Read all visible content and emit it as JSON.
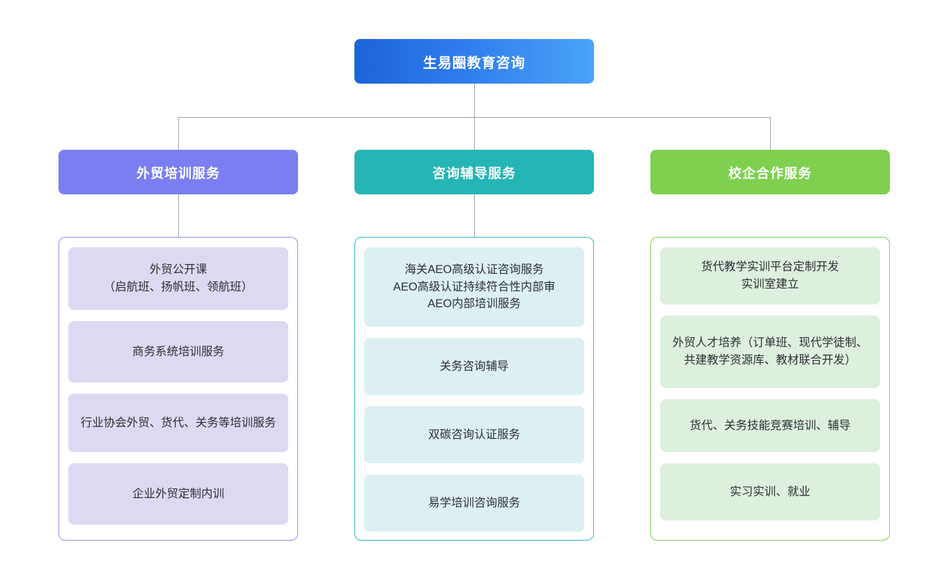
{
  "diagram": {
    "type": "organization-chart",
    "root": {
      "label": "生易圈教育咨询",
      "color_start": "#1c63d8",
      "color_end": "#4aa3f7"
    },
    "connector_color": "#9aa2ae",
    "columns": [
      {
        "header": "外贸培训服务",
        "header_color": "#7b7ef0",
        "border_color": "#8b8ef5",
        "card_color": "#ded9f3",
        "items": [
          "外贸公开课\n（启航班、扬帆班、领航班）",
          "商务系统培训服务",
          "行业协会外贸、货代、关务等培训服务",
          "企业外贸定制内训"
        ]
      },
      {
        "header": "咨询辅导服务",
        "header_color": "#25b5b5",
        "border_color": "#2bb7bd",
        "card_color": "#dcf0f2",
        "items": [
          "海关AEO高级认证咨询服务\nAEO高级认证持续符合性内部审\nAEO内部培训服务",
          "关务咨询辅导",
          "双碳咨询认证服务",
          "易学培训咨询服务"
        ]
      },
      {
        "header": "校企合作服务",
        "header_color": "#7ed04e",
        "border_color": "#7ed04e",
        "card_color": "#ddf0de",
        "items": [
          "货代教学实训平台定制开发\n实训室建立",
          "外贸人才培养（订单班、现代学徒制、共建教学资源库、教材联合开发）",
          "货代、关务技能竞赛培训、辅导",
          "实习实训、就业"
        ]
      }
    ]
  }
}
